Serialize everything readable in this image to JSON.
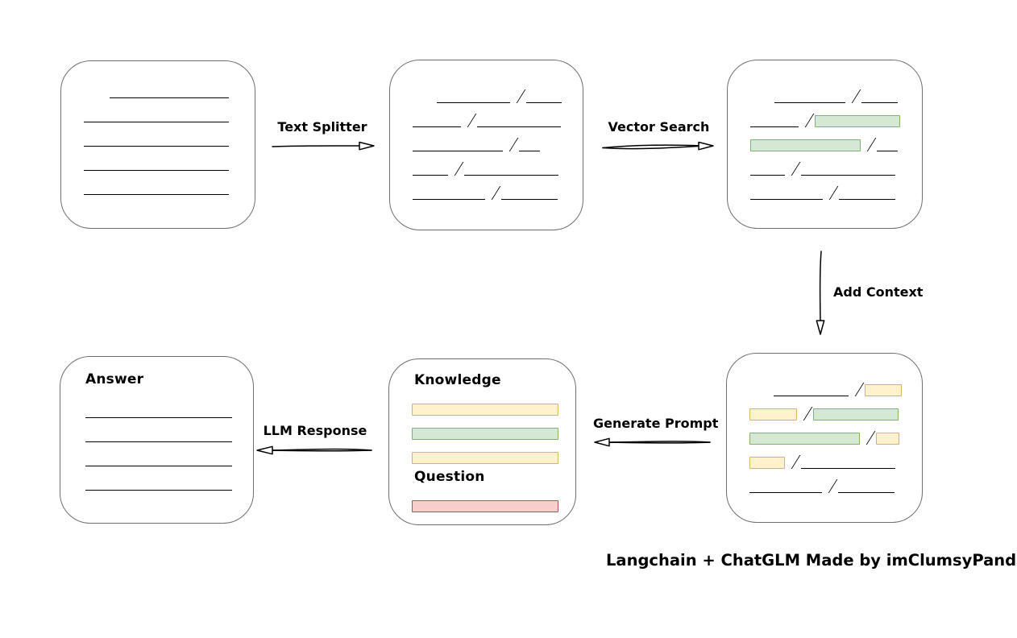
{
  "palette": {
    "green_fill": "#d5e8d4",
    "green_stroke": "#82b366",
    "yellow_fill": "#fff2cc",
    "yellow_stroke": "#d6b656",
    "red_fill": "#f8cecc",
    "red_stroke": "#b85450",
    "node_border": "#6e6e6e",
    "ink": "#000000"
  },
  "caption": "Langchain + ChatGLM Made by imClumsyPanda",
  "arrows": {
    "text_splitter": {
      "label": "Text Splitter"
    },
    "vector_search": {
      "label": "Vector Search"
    },
    "add_context": {
      "label": "Add Context"
    },
    "generate_prompt": {
      "label": "Generate Prompt"
    },
    "llm_response": {
      "label": "LLM Response"
    }
  },
  "boxes": {
    "document": {
      "rows": [
        [
          {
            "t": "gap",
            "w": 32
          },
          {
            "t": "line",
            "w": 148
          }
        ],
        [
          {
            "t": "line",
            "w": 180
          }
        ],
        [
          {
            "t": "line",
            "w": 180
          }
        ],
        [
          {
            "t": "line",
            "w": 180
          }
        ],
        [
          {
            "t": "line",
            "w": 180
          }
        ]
      ]
    },
    "split_text": {
      "rows": [
        [
          {
            "t": "gap",
            "w": 30
          },
          {
            "t": "line",
            "w": 91
          },
          {
            "t": "slash"
          },
          {
            "t": "line",
            "w": 44
          }
        ],
        [
          {
            "t": "line",
            "w": 60
          },
          {
            "t": "slash"
          },
          {
            "t": "line",
            "w": 104
          }
        ],
        [
          {
            "t": "line",
            "w": 112
          },
          {
            "t": "slash"
          },
          {
            "t": "line",
            "w": 26
          }
        ],
        [
          {
            "t": "line",
            "w": 44
          },
          {
            "t": "slash"
          },
          {
            "t": "line",
            "w": 117
          }
        ],
        [
          {
            "t": "line",
            "w": 90
          },
          {
            "t": "slash"
          },
          {
            "t": "line",
            "w": 70
          }
        ]
      ]
    },
    "vector_result": {
      "rows": [
        [
          {
            "t": "gap",
            "w": 30
          },
          {
            "t": "line",
            "w": 88
          },
          {
            "t": "slash"
          },
          {
            "t": "line",
            "w": 45
          }
        ],
        [
          {
            "t": "line",
            "w": 60
          },
          {
            "t": "slash"
          },
          {
            "t": "box",
            "c": "green",
            "w": 104
          }
        ],
        [
          {
            "t": "box",
            "c": "green",
            "w": 135
          },
          {
            "t": "slash"
          },
          {
            "t": "line",
            "w": 26
          }
        ],
        [
          {
            "t": "line",
            "w": 43
          },
          {
            "t": "slash"
          },
          {
            "t": "line",
            "w": 117
          }
        ],
        [
          {
            "t": "line",
            "w": 90
          },
          {
            "t": "slash"
          },
          {
            "t": "line",
            "w": 70
          }
        ]
      ]
    },
    "context_result": {
      "rows": [
        [
          {
            "t": "gap",
            "w": 30
          },
          {
            "t": "line",
            "w": 93
          },
          {
            "t": "slash"
          },
          {
            "t": "box",
            "c": "yellow",
            "w": 44
          }
        ],
        [
          {
            "t": "box",
            "c": "yellow",
            "w": 57
          },
          {
            "t": "slash"
          },
          {
            "t": "box",
            "c": "green",
            "w": 104
          }
        ],
        [
          {
            "t": "box",
            "c": "green",
            "w": 135
          },
          {
            "t": "slash"
          },
          {
            "t": "box",
            "c": "yellow",
            "w": 27
          }
        ],
        [
          {
            "t": "box",
            "c": "yellow",
            "w": 42
          },
          {
            "t": "slash"
          },
          {
            "t": "line",
            "w": 117
          }
        ],
        [
          {
            "t": "line",
            "w": 90
          },
          {
            "t": "slash"
          },
          {
            "t": "line",
            "w": 70
          }
        ]
      ]
    },
    "prompt": {
      "knowledge_label": "Knowledge",
      "question_label": "Question",
      "knowledge_rows": [
        [
          {
            "t": "box",
            "c": "yellow",
            "w": 180
          }
        ],
        [
          {
            "t": "box",
            "c": "green",
            "w": 180
          }
        ],
        [
          {
            "t": "box",
            "c": "yellow",
            "w": 180
          }
        ]
      ],
      "question_rows": [
        [
          {
            "t": "box",
            "c": "red",
            "w": 180
          }
        ]
      ]
    },
    "answer": {
      "label": "Answer",
      "rows": [
        [
          {
            "t": "line",
            "w": 182
          }
        ],
        [
          {
            "t": "line",
            "w": 182
          }
        ],
        [
          {
            "t": "line",
            "w": 182
          }
        ],
        [
          {
            "t": "line",
            "w": 182
          }
        ]
      ]
    }
  }
}
